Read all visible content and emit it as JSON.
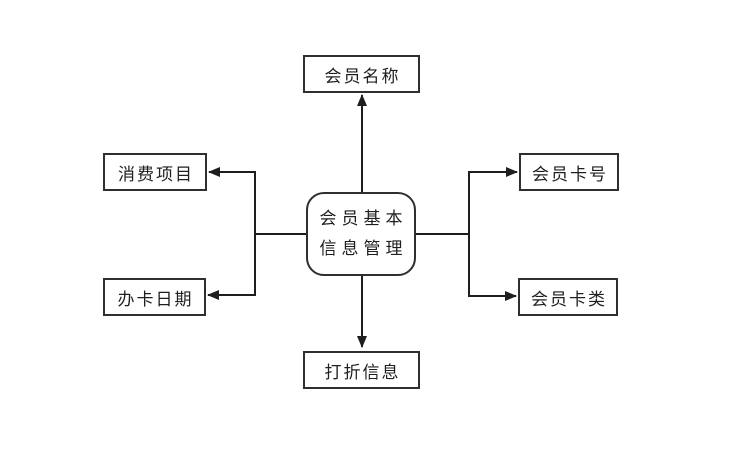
{
  "diagram": {
    "type": "radial-flow-diagram",
    "center_node": {
      "line1": "会员基本",
      "line2": "信息管理"
    },
    "nodes": {
      "top": {
        "label": "会员名称"
      },
      "left_top": {
        "label": "消费项目"
      },
      "left_bottom": {
        "label": "办卡日期"
      },
      "right_top": {
        "label": "会员卡号"
      },
      "right_bottom": {
        "label": "会员卡类"
      },
      "bottom": {
        "label": "打折信息"
      }
    },
    "colors": {
      "line": "#1e1e1e",
      "box_border": "#2f2f2f",
      "text": "#1f1f1f",
      "background": "#ffffff"
    }
  }
}
